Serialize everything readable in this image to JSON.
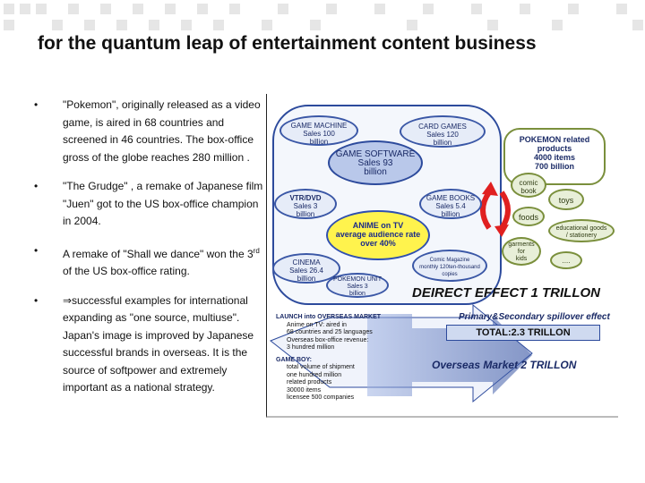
{
  "title": "for the quantum leap of entertainment content business",
  "bullets": [
    {
      "marker": "•",
      "text": "\"Pokemon\", originally released as a video game, is aired in 68 countries and screened in 46 countries. The box-office gross of the globe reaches 280 million ."
    },
    {
      "marker": "•",
      "text": "\"The Grudge\" , a remake of Japanese film \"Juen\" got to the US box-office champion in 2004."
    },
    {
      "marker": "•",
      "text_before": "A remake of \"Shall we dance\" won the 3",
      "sup": "rd",
      "text_after": " of the US box-office rating."
    },
    {
      "marker": "•",
      "text": "⇒successful examples for international expanding as \"one source, multiuse\". Japan's image is improved by Japanese successful brands in overseas. It is the source of softpower and extremely important as a national strategy."
    }
  ],
  "diagram": {
    "game_machine": {
      "title": "GAME MACHINE",
      "line1": "Sales 100",
      "line2": "billion"
    },
    "card_games": {
      "title": "CARD GAMES",
      "line1": "Sales  120",
      "line2": "billion"
    },
    "game_software": {
      "title": "GAME SOFTWARE",
      "line1": "Sales 93",
      "line2": "billion"
    },
    "pokemon_products": {
      "line1": "POKEMON related",
      "line2": "products",
      "line3": "4000 items",
      "line4": "700 billion"
    },
    "vtr_dvd": {
      "title": "VTR/DVD",
      "line1": "Sales 3",
      "line2": "billion"
    },
    "game_books": {
      "title": "GAME BOOKS",
      "line1": "Sales 5.4",
      "line2": "billion"
    },
    "anime": {
      "line1": "ANIME on TV",
      "line2": "average audience rate",
      "line3": "over 40%"
    },
    "cinema": {
      "title": "CINEMA",
      "line1": "Sales 26.4",
      "line2": "billion"
    },
    "comic_magazine": {
      "line1": "Comic Magazine",
      "line2": "monthly 120ten-thousand",
      "line3": "copies"
    },
    "pokemon_unit": {
      "title": "POKEMON UNIT",
      "line1": "Sales 3",
      "line2": "billion"
    },
    "merch": {
      "comic_book_1": "comic",
      "comic_book_2": "book",
      "toys": "toys",
      "foods": "foods",
      "edu_1": "educational goods",
      "edu_2": "/ stationery",
      "garments": "garments",
      "for": "for",
      "kids": "kids",
      "etc": "...."
    },
    "direct_effect": "DEIRECT EFFECT 1 TRILLON",
    "spillover": "Primary&Secondary spillover effect",
    "total": "TOTAL:2.3 TRILLON",
    "overseas_market": "Overseas Market 2 TRILLON",
    "launch": {
      "heading": "LAUNCH into OVERSEAS MARKET",
      "line1": "Anime on TV: aired in",
      "line2": "68 countries and 25 languages",
      "line3": "Overseas box-office revenue:",
      "line4": "3 hundred million",
      "gameboy": "GAME BOY:",
      "line5": "total volume of shipment",
      "line6": "one hundred million",
      "line7": "related products",
      "line8": "30000 items",
      "line9": "licensee 500 companies"
    }
  },
  "colors": {
    "accent_blue": "#2c4a9c",
    "yellow": "#fff34d",
    "red_arrow": "#e02020",
    "bg": "#ffffff"
  }
}
